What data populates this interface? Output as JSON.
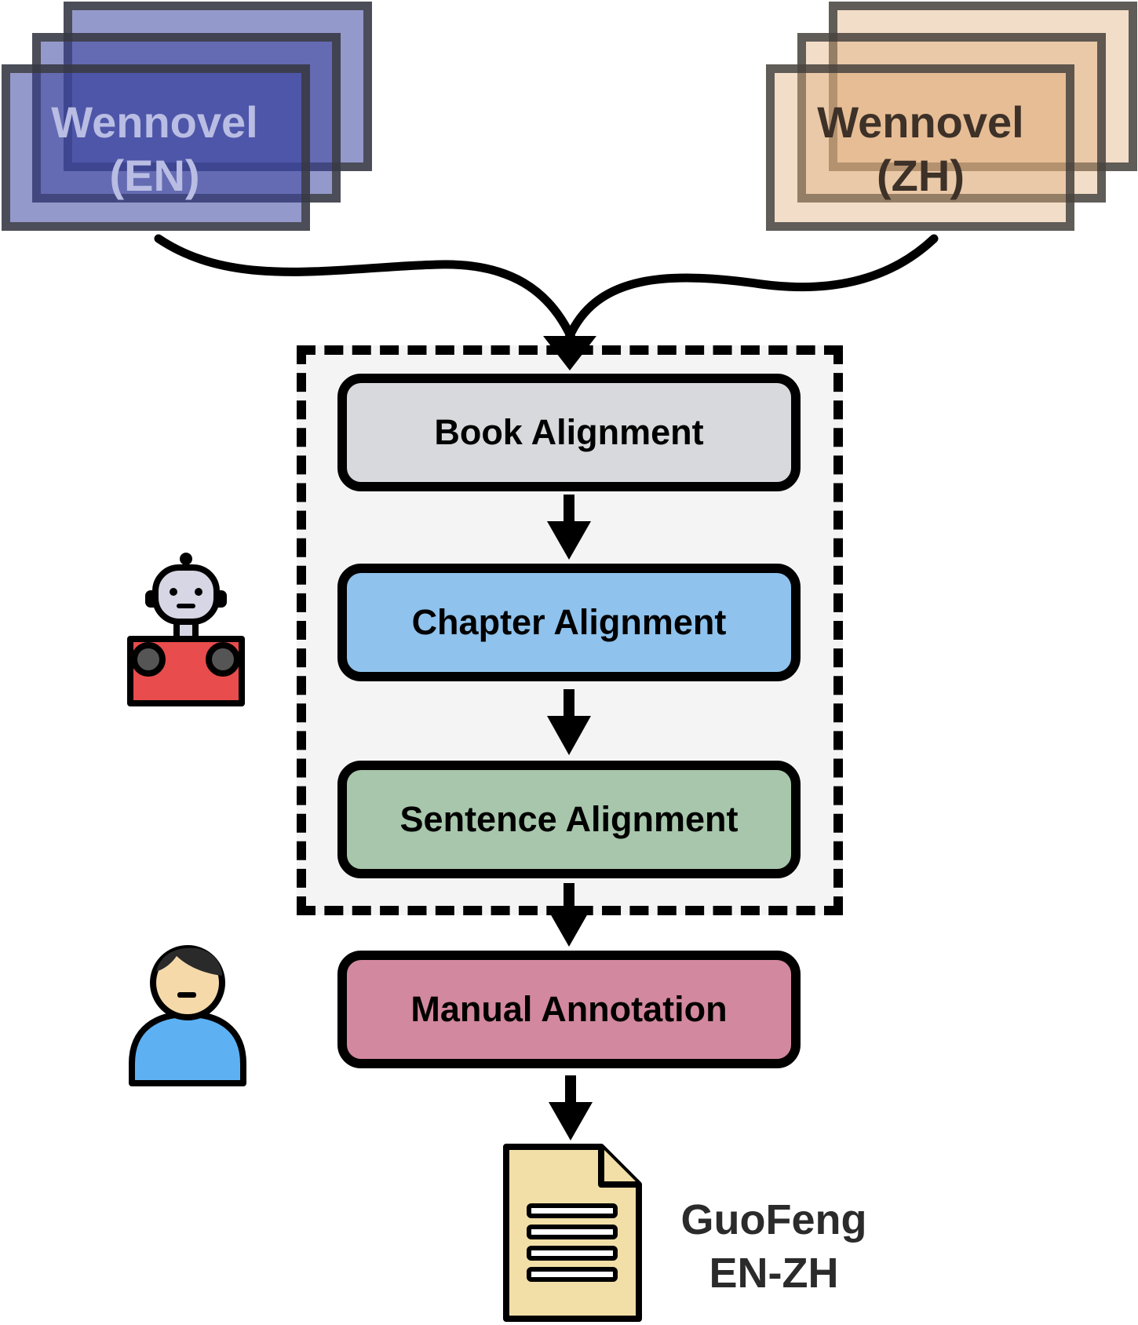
{
  "sources": {
    "en": {
      "line1": "Wennovel",
      "line2": "(EN)"
    },
    "zh": {
      "line1": "Wennovel",
      "line2": "(ZH)"
    }
  },
  "steps": {
    "book": "Book Alignment",
    "chapter": "Chapter Alignment",
    "sentence": "Sentence Alignment",
    "manual": "Manual Annotation"
  },
  "output": {
    "line1": "GuoFeng",
    "line2": "EN-ZH"
  },
  "icons": {
    "robot": "robot-icon",
    "human": "person-icon",
    "document": "document-icon"
  },
  "colors": {
    "en_sheet": "#4a55a8",
    "zh_sheet": "#e8c6a4",
    "book": "#d8d9dd",
    "chapter": "#8fc2ec",
    "sentence": "#a7c6ab",
    "manual": "#d2889f",
    "document": "#f2dfa7"
  }
}
